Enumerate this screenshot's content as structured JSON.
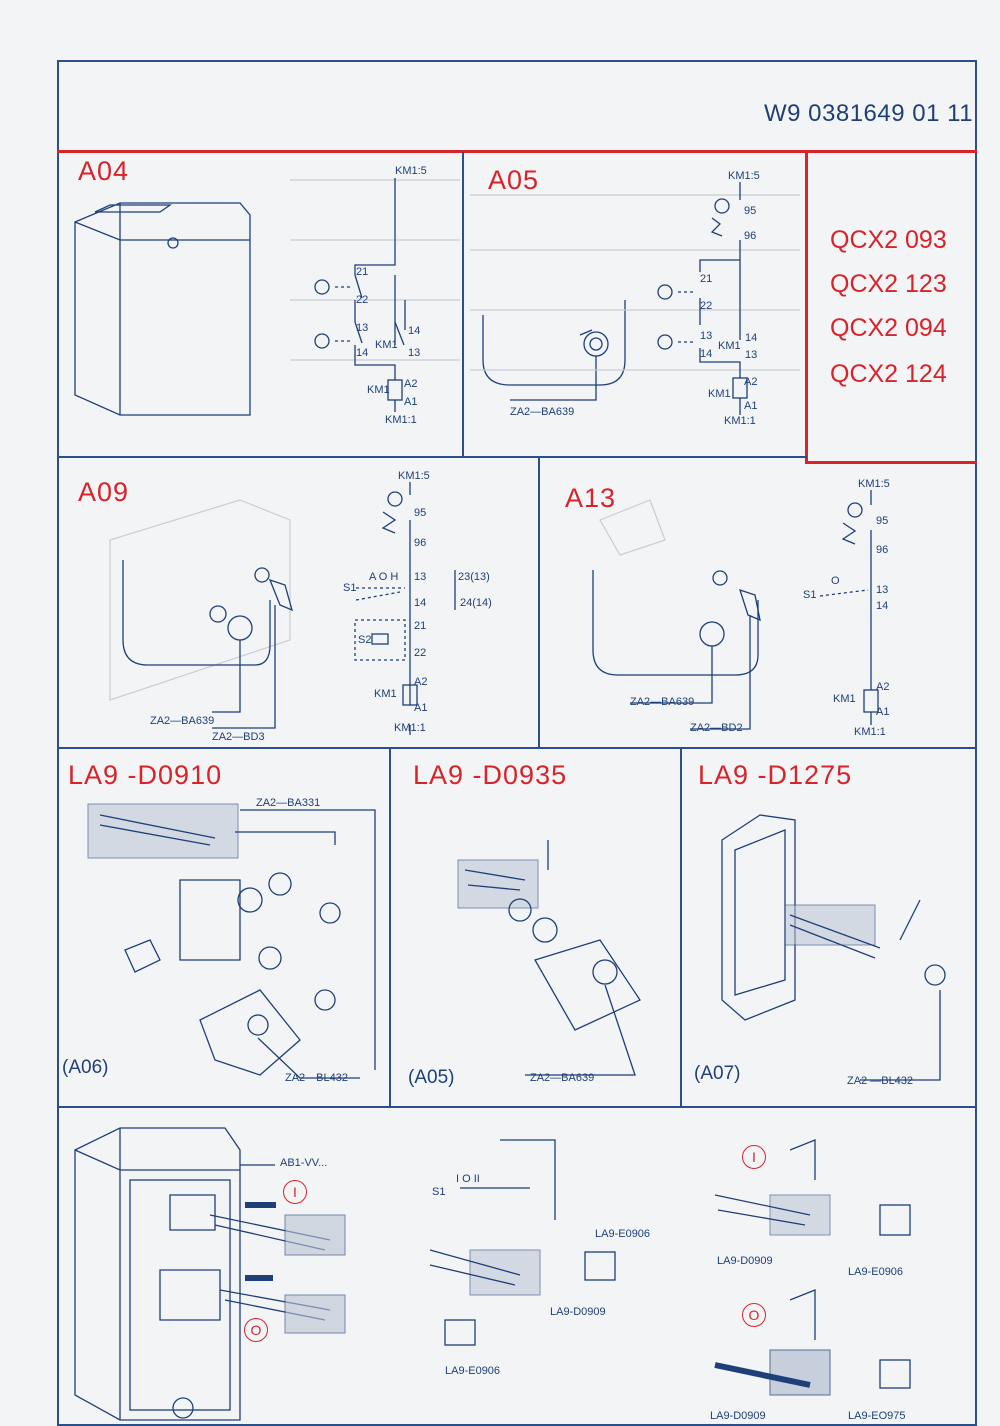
{
  "header": {
    "doc_number": "W9  0381649  01 11"
  },
  "models": [
    "QCX2 093",
    "QCX2 123",
    "QCX2 094",
    "QCX2 124"
  ],
  "sections": {
    "a04": {
      "title": "A04"
    },
    "a05": {
      "title": "A05",
      "part": "ZA2—BA639",
      "km_top": "KM1:5",
      "km_bottom": "KM1:1",
      "coil": "KM1",
      "contacts": {
        "t95": "95",
        "t96": "96",
        "t21": "21",
        "t22": "22",
        "t13": "13",
        "t14": "14",
        "t13b": "13",
        "t14b": "14",
        "a1": "A1",
        "a2": "A2",
        "km1": "KM1"
      }
    },
    "a04_diagram": {
      "km_top": "KM1:5",
      "km_bottom": "KM1:1",
      "t21": "21",
      "t22": "22",
      "t13": "13",
      "t14": "14",
      "t13b": "13",
      "t14b": "14",
      "km1a": "KM1",
      "km1b": "KM1",
      "a1": "A1",
      "a2": "A2"
    },
    "a09": {
      "title": "A09",
      "part1": "ZA2—BA639",
      "part2": "ZA2—BD3",
      "km_top": "KM1:5",
      "km_bottom": "KM1:1",
      "t95": "95",
      "t96": "96",
      "t13": "13",
      "t14": "14",
      "t23": "23(13)",
      "t24": "24(14)",
      "s1": "S1",
      "aoh": "A O H",
      "s2": "S2",
      "t21": "21",
      "t22": "22",
      "a1": "A1",
      "a2": "A2",
      "km1": "KM1"
    },
    "a13": {
      "title": "A13",
      "part1": "ZA2—BA639",
      "part2": "ZA2—BD2",
      "km_top": "KM1:5",
      "km_bottom": "KM1:1",
      "t95": "95",
      "t96": "96",
      "t13": "13",
      "t14": "14",
      "s1": "S1",
      "o": "O",
      "a1": "A1",
      "a2": "A2",
      "km1": "KM1"
    },
    "la9_d0910": {
      "title": "LA9 -D0910",
      "top_part": "ZA2—BA331",
      "bottom_part": "ZA2—BL432",
      "ref": "(A06)"
    },
    "la9_d0935": {
      "title": "LA9 -D0935",
      "bottom_part": "ZA2—BA639",
      "ref": "(A05)"
    },
    "la9_d1275": {
      "title": "LA9 -D1275",
      "bottom_part": "ZA2 —BL432",
      "ref": "(A07)"
    },
    "bottom": {
      "ab1": "AB1-VV...",
      "on_symbol": "I",
      "off_symbol": "O",
      "s1": "S1",
      "switch_pos": "I  O  II",
      "e0906a": "LA9-E0906",
      "d0909a": "LA9-D0909",
      "e0906b": "LA9-E0906",
      "d0909b": "LA9-D0909",
      "e0906c": "LA9-E0906",
      "d0909c": "LA9-D0909",
      "e0975": "LA9-EO975",
      "on_circle": "I",
      "off_circle": "O"
    }
  },
  "colors": {
    "accent_red": "#d8232a",
    "line_blue": "#2c4f8a"
  }
}
